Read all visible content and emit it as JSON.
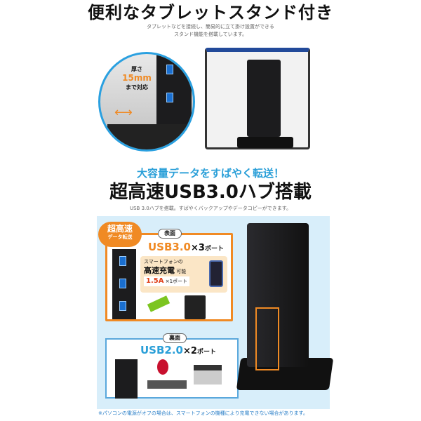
{
  "section1": {
    "title": "便利なタブレットスタンド付き",
    "subtitle_lines": [
      "タブレットなどを接続し、簡易的に立て掛け設置ができる",
      "スタンド機能を搭載しています。"
    ],
    "inset": {
      "label_top": "厚さ",
      "label_value": "15mm",
      "label_bottom": "まで対応"
    }
  },
  "section2": {
    "tagline": "大容量データをすばやく転送！",
    "title": "超高速USB3.0ハブ搭載",
    "subtitle": "USB 3.0ハブを搭載。すばやくバックアップやデータコピーができます。",
    "badge": {
      "line1": "超高速",
      "line2": "データ転送"
    },
    "front": {
      "label": "表面",
      "usb": "USB3.0",
      "count": "×3",
      "unit": "ポート",
      "charge": {
        "line1": "スマートフォンの",
        "line2": "高速充電",
        "line2_suffix": "可能",
        "amp": "1.5A",
        "amp_suffix": "×1ポート"
      }
    },
    "back": {
      "label": "裏面",
      "usb": "USB2.0",
      "count": "×2",
      "unit": "ポート"
    },
    "note": "※パソコンの電源がオフの場合は、スマートフォンの機種により充電できない場合があります。"
  },
  "colors": {
    "accent_orange": "#f08a24",
    "accent_blue": "#2a9fd8",
    "panel_bg": "#d8eefa"
  }
}
